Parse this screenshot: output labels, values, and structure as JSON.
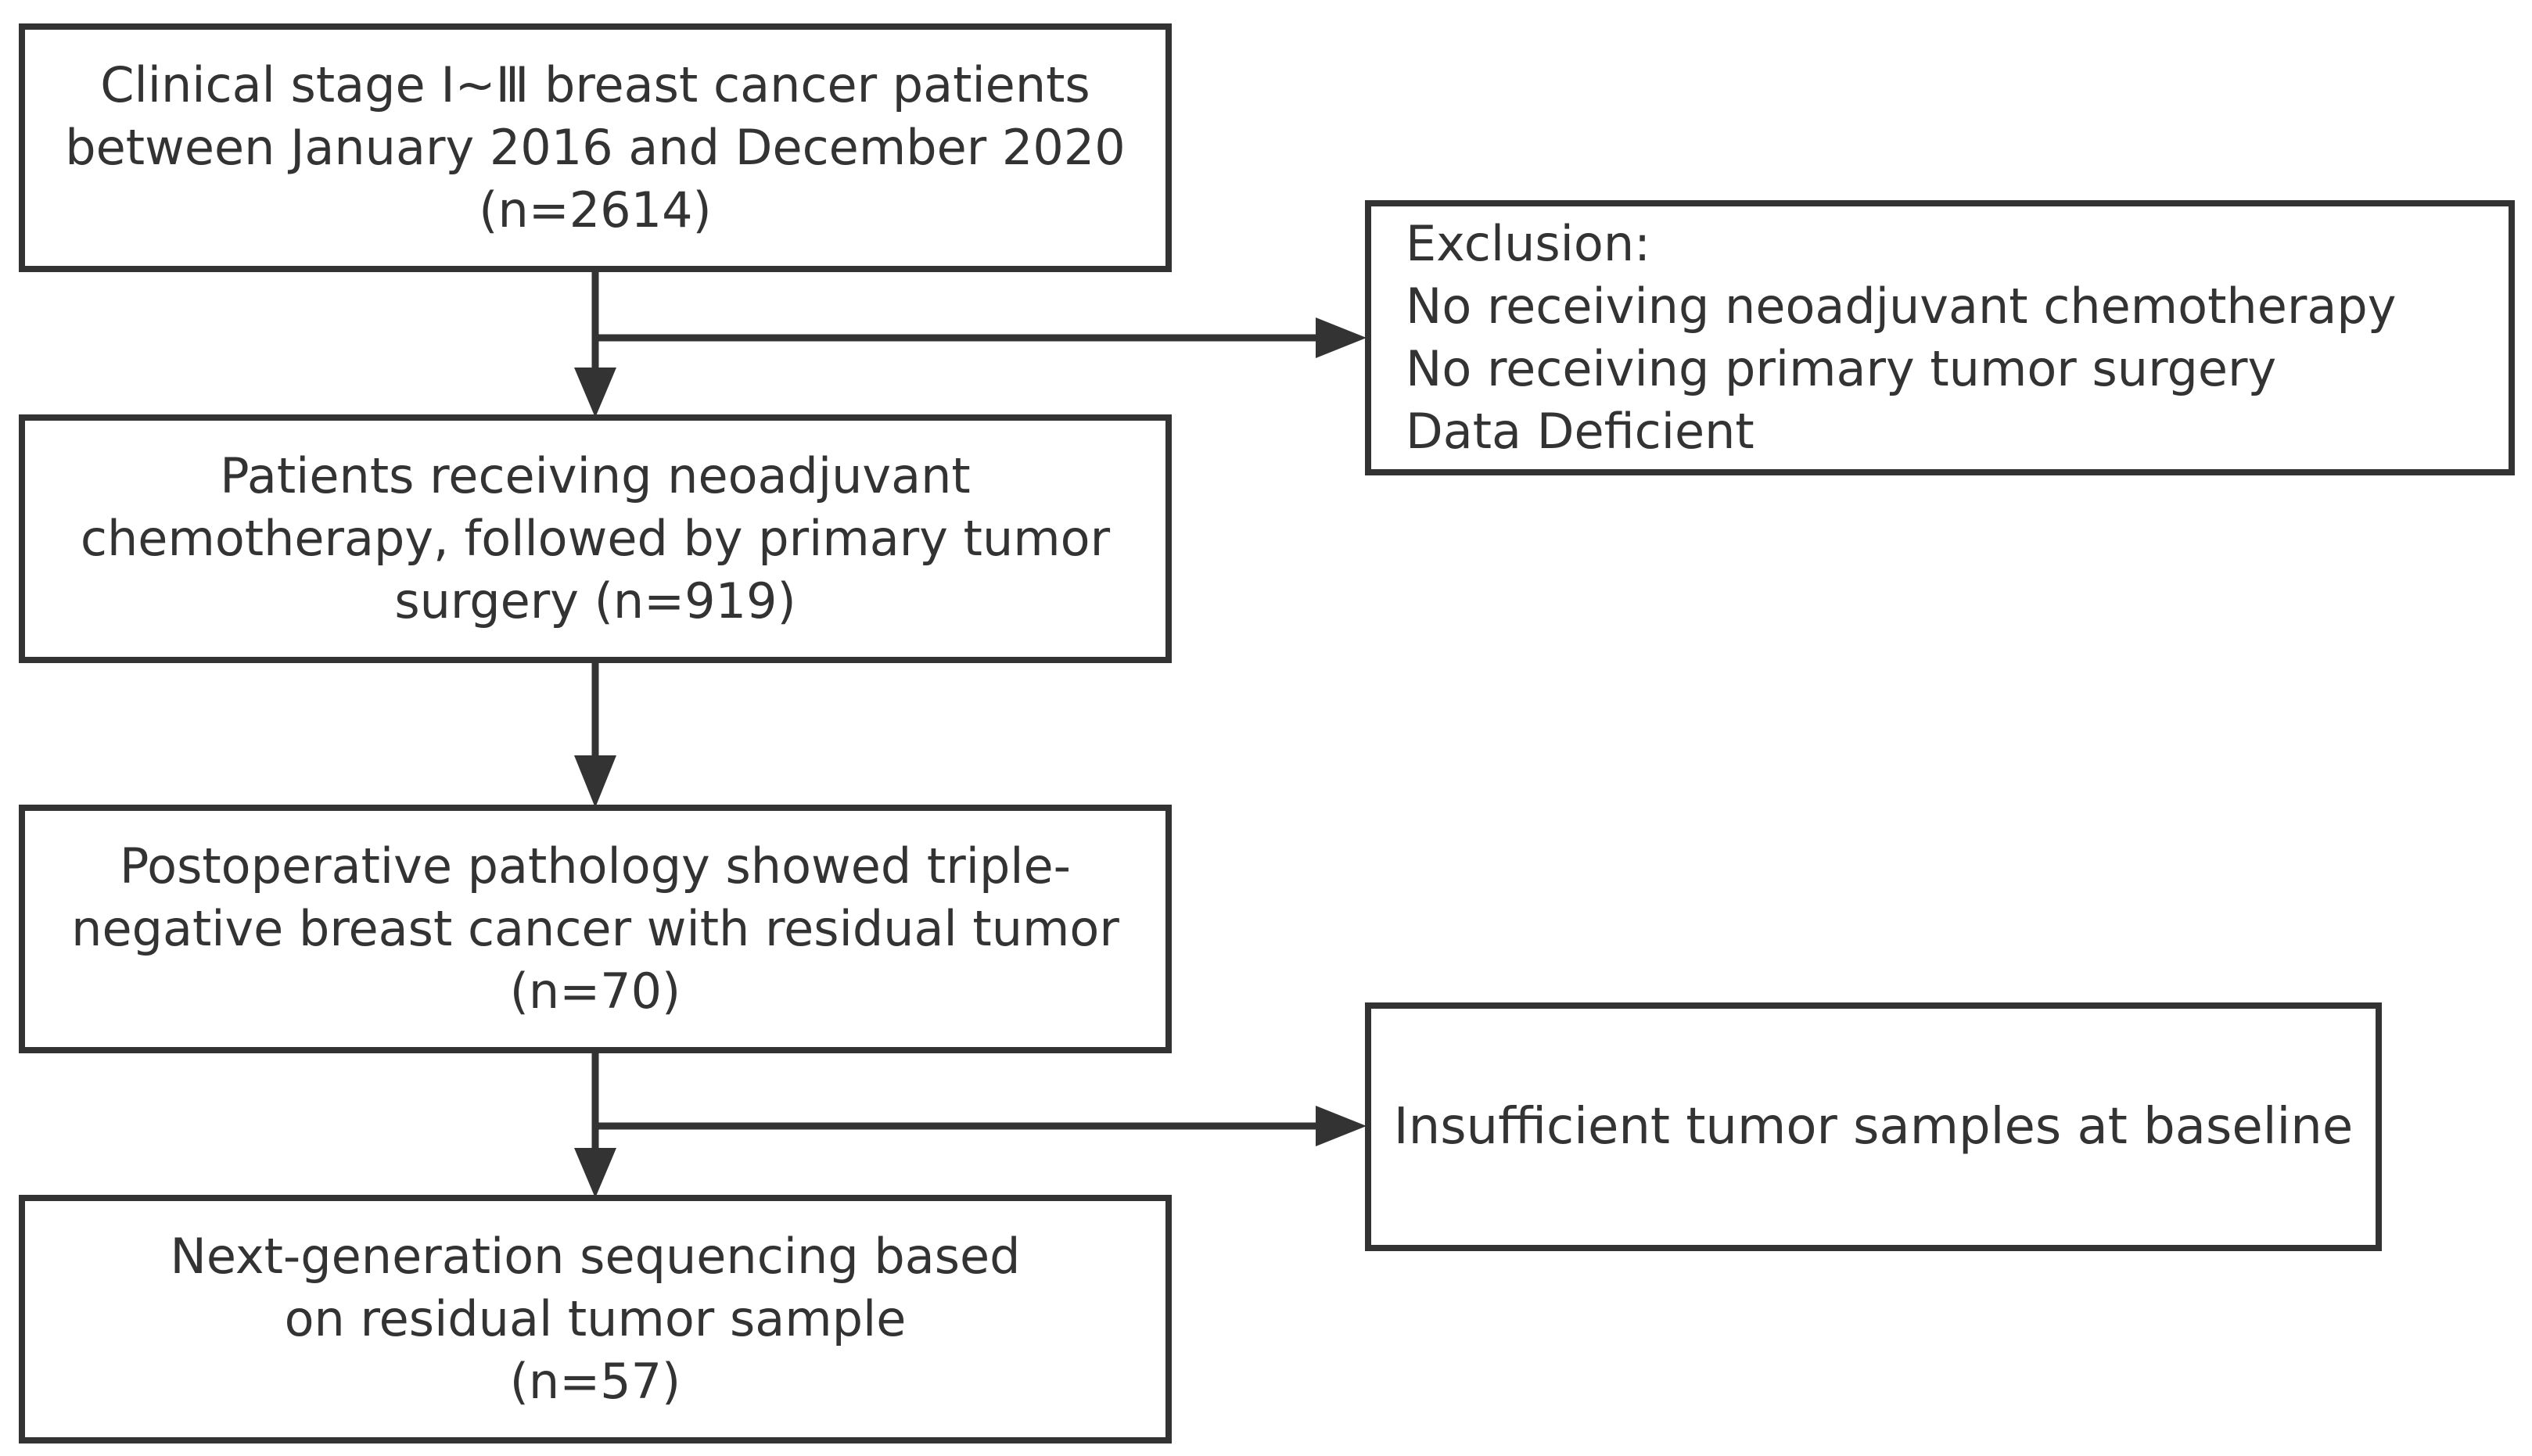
{
  "boxes": {
    "stage": {
      "lines": [
        "Clinical stage Ⅰ~Ⅲ breast cancer patients",
        "between January 2016 and December 2020",
        "(n=2614)"
      ]
    },
    "neoadjuvant": {
      "lines": [
        "Patients receiving neoadjuvant",
        "chemotherapy, followed by primary tumor",
        "surgery (n=919)"
      ]
    },
    "tnbc": {
      "lines": [
        "Postoperative pathology showed triple-",
        "negative breast cancer with residual tumor",
        "(n=70)"
      ]
    },
    "ngs": {
      "lines": [
        "Next-generation sequencing based",
        "on residual tumor sample",
        "(n=57)"
      ]
    },
    "exclusion": {
      "lines": [
        "Exclusion:",
        "No receiving neoadjuvant chemotherapy",
        "No receiving primary tumor surgery",
        "Data Deficient"
      ]
    },
    "insufficient": {
      "lines": [
        "Insufficient tumor samples at baseline"
      ]
    }
  },
  "colors": {
    "stroke": "#333333",
    "text": "#333333",
    "background": "#ffffff"
  }
}
